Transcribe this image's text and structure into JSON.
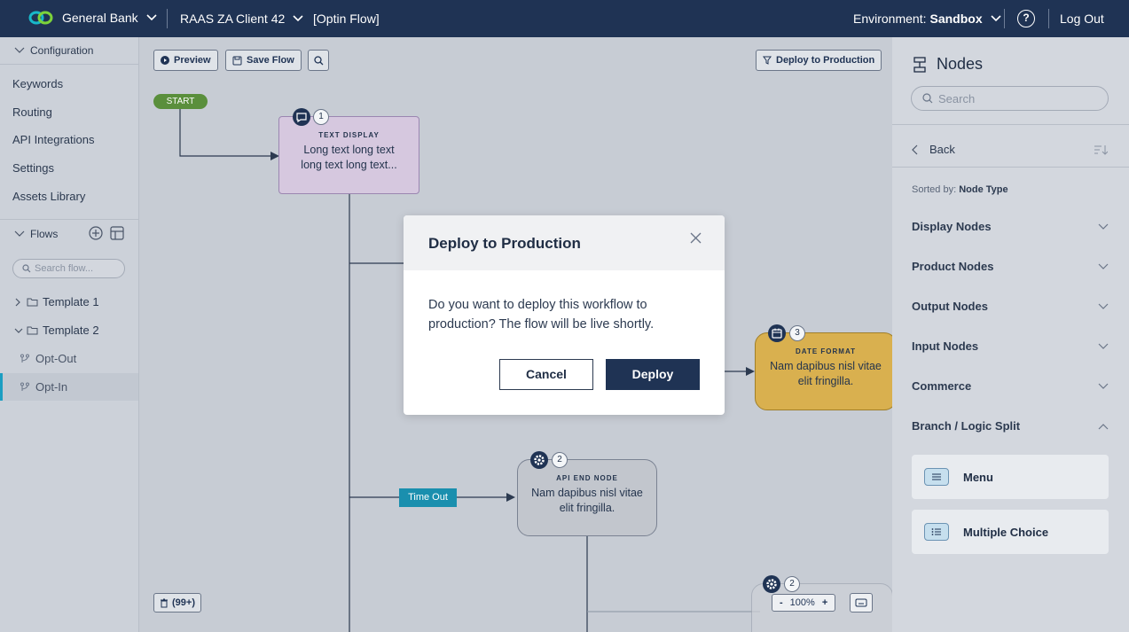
{
  "topbar": {
    "bank": "General Bank",
    "client": "RAAS ZA Client 42",
    "flow": "[Optin Flow]",
    "env_label": "Environment:",
    "env_value": "Sandbox",
    "help": "?",
    "logout": "Log Out"
  },
  "sidebar": {
    "configuration": "Configuration",
    "config_items": [
      "Keywords",
      "Routing",
      "API Integrations",
      "Settings",
      "Assets Library"
    ],
    "flows": "Flows",
    "search_placeholder": "Search flow...",
    "tree": [
      "Template 1",
      "Template 2",
      "Opt-Out",
      "Opt-In"
    ]
  },
  "canvas": {
    "preview": "Preview",
    "save": "Save Flow",
    "deploy": "Deploy to Production",
    "start": "START",
    "nodes": [
      {
        "num": "1",
        "type": "TEXT DISPLAY",
        "text1": "Long text long text",
        "text2": "long text long text..."
      },
      {
        "num": "2",
        "type": "API END NODE",
        "text1": "Nam dapibus nisl vitae",
        "text2": "elit fringilla."
      },
      {
        "num": "3",
        "type": "DATE FORMAT",
        "text1": "Nam dapibus nisl vitae",
        "text2": "elit fringilla."
      },
      {
        "num": "2"
      }
    ],
    "timeout": "Time Out",
    "trash": "(99+)",
    "zoom_minus": "-",
    "zoom_value": "100%",
    "zoom_plus": "+"
  },
  "modal": {
    "title": "Deploy to Production",
    "body": "Do you want to deploy this workflow to production? The flow will be live shortly.",
    "cancel": "Cancel",
    "deploy": "Deploy"
  },
  "rpanel": {
    "title": "Nodes",
    "search_placeholder": "Search",
    "back": "Back",
    "sorted_label": "Sorted by:",
    "sorted_value": "Node Type",
    "categories": [
      "Display Nodes",
      "Product Nodes",
      "Output Nodes",
      "Input Nodes",
      "Commerce",
      "Branch / Logic Split"
    ],
    "cards": [
      "Menu",
      "Multiple Choice"
    ]
  },
  "colors": {
    "topbar": "#1f3354",
    "text_display": "#d6c8df",
    "date_format": "#d9b04f",
    "api_end": "#c2c6cd",
    "start": "#5a8f3c",
    "timeout": "#1a8fae",
    "active_accent": "#1b9ec2"
  }
}
